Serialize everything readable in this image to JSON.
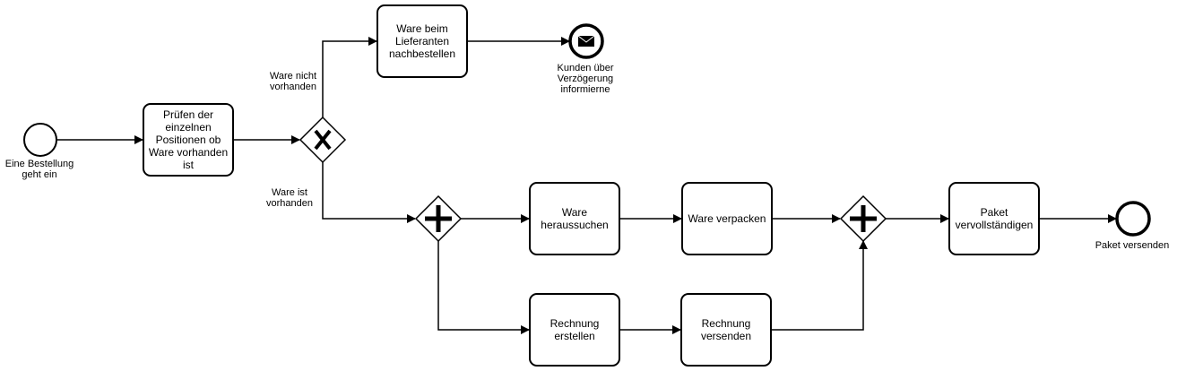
{
  "start_event": {
    "label": [
      "Eine Bestellung",
      "geht ein"
    ]
  },
  "tasks": {
    "check": {
      "label": [
        "Prüfen der",
        "einzelnen",
        "Positionen ob",
        "Ware vorhanden",
        "ist"
      ]
    },
    "reorder": {
      "label": [
        "Ware beim",
        "Lieferanten",
        "nachbestellen"
      ]
    },
    "pick": {
      "label": [
        "Ware",
        "heraussuchen"
      ]
    },
    "pack": {
      "label": [
        "Ware verpacken"
      ]
    },
    "complete": {
      "label": [
        "Paket",
        "vervollständigen"
      ]
    },
    "create_invoice": {
      "label": [
        "Rechnung",
        "erstellen"
      ]
    },
    "send_invoice": {
      "label": [
        "Rechnung",
        "versenden"
      ]
    }
  },
  "gateway_labels": {
    "not_available": [
      "Ware nicht",
      "vorhanden"
    ],
    "available": [
      "Ware ist",
      "vorhanden"
    ]
  },
  "message_end_event": {
    "label": [
      "Kunden über",
      "Verzögerung",
      "informierne"
    ]
  },
  "end_event": {
    "label": [
      "Paket versenden"
    ]
  }
}
